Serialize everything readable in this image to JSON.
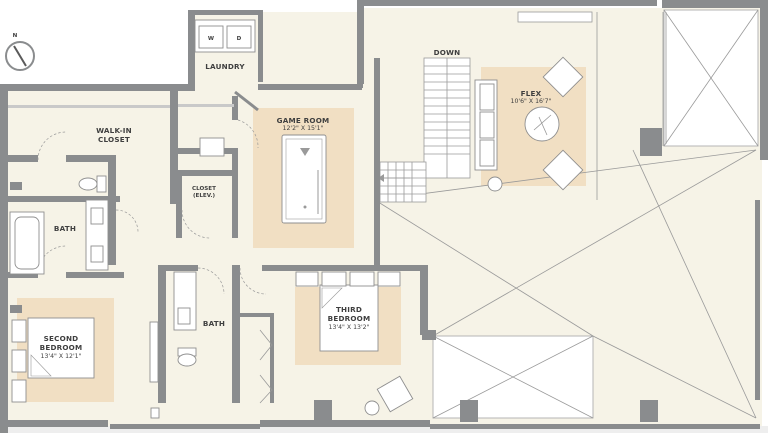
{
  "compass": {
    "letter": "N"
  },
  "rooms": {
    "laundry": {
      "name": "LAUNDRY",
      "washer": "W",
      "dryer": "D"
    },
    "walk_in_closet": {
      "line1": "WALK-IN",
      "line2": "CLOSET"
    },
    "game_room": {
      "name": "GAME ROOM",
      "dims": "12'2\" X 15'1\""
    },
    "down": {
      "name": "DOWN"
    },
    "flex": {
      "name": "FLEX",
      "dims": "10'6\" X 16'7\""
    },
    "closet_elev": {
      "line1": "CLOSET",
      "line2": "(ELEV.)"
    },
    "bath_left": {
      "name": "BATH"
    },
    "bath_center": {
      "name": "BATH"
    },
    "second_bedroom": {
      "line1": "SECOND",
      "line2": "BEDROOM",
      "dims": "13'4\" X 12'1\""
    },
    "third_bedroom": {
      "line1": "THIRD",
      "line2": "BEDROOM",
      "dims": "13'4\" X 13'2\""
    }
  },
  "colors": {
    "floor": "#f6f3e7",
    "rug": "#f1dfc3",
    "wall": "#8a8c8e",
    "text": "#3f3f3f"
  }
}
